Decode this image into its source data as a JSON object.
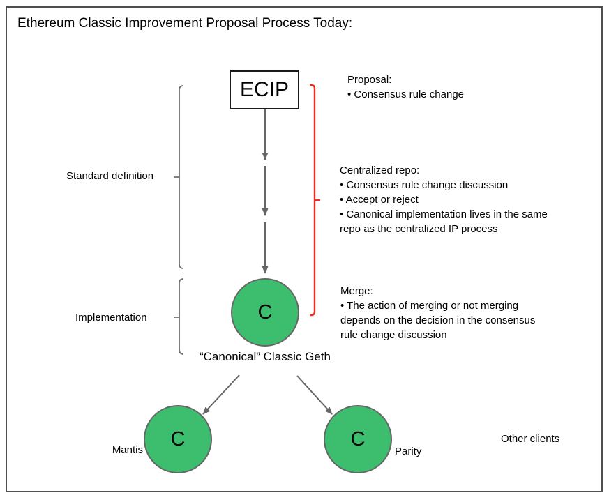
{
  "title": "Ethereum Classic Improvement Proposal Process Today:",
  "colors": {
    "node_green": "#3dbe6e",
    "node_stroke": "#666666",
    "arrow": "#666666",
    "bracket_gray": "#6e6e6e",
    "bracket_red": "#f42a1e",
    "box_stroke": "#1a1a1a"
  },
  "diagram": {
    "ecip_box": {
      "label": "ECIP"
    },
    "stage_labels": {
      "standard_definition": "Standard definition",
      "implementation": "Implementation"
    },
    "nodes": {
      "canonical": {
        "letter": "C",
        "caption": "“Canonical” Classic Geth"
      },
      "mantis": {
        "letter": "C",
        "label": "Mantis"
      },
      "parity": {
        "letter": "C",
        "label": "Parity"
      }
    },
    "other_clients_label": "Other clients",
    "annotations": {
      "proposal": {
        "lines": [
          "Proposal:",
          "• Consensus rule change"
        ]
      },
      "centralized_repo": {
        "lines": [
          "Centralized repo:",
          "• Consensus rule change discussion",
          "• Accept or reject",
          "• Canonical implementation lives in the same",
          "repo as the centralized IP process"
        ]
      },
      "merge": {
        "lines": [
          "Merge:",
          "• The action of merging or not merging",
          "depends on the decision in the consensus",
          "rule change discussion"
        ]
      }
    }
  }
}
